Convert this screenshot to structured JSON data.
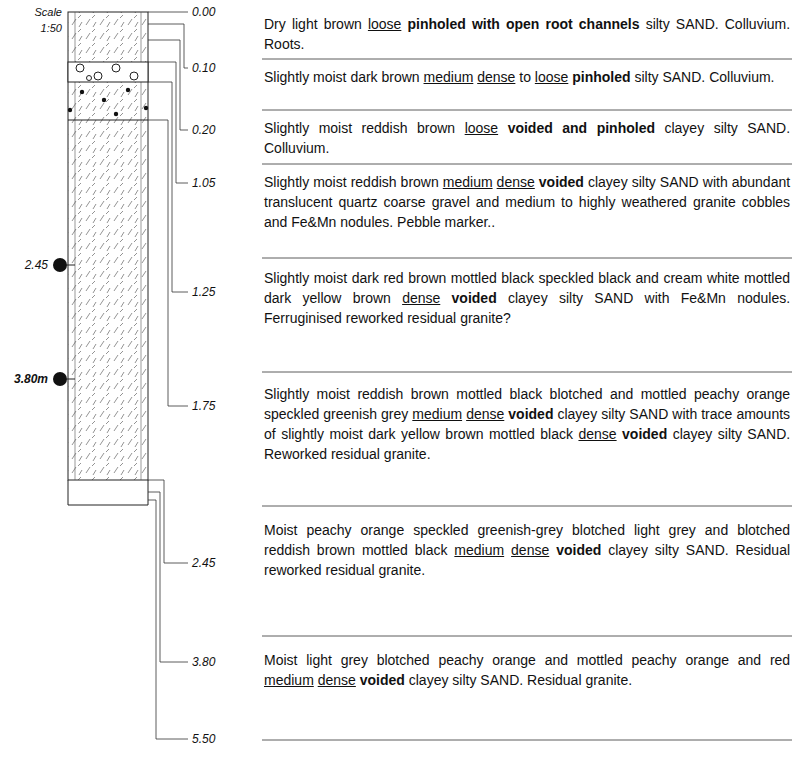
{
  "diagram": {
    "nodes": [
      {
        "text": [
          "Dry light brown loose pinholed with open root channels silty SAND. Colluvium. Roots."
        ]
      },
      {
        "text": [
          "Slightly moist dark brown medium dense to loose pinholed silty SAND. Colluvium."
        ]
      },
      {
        "text": [
          "Slightly moist reddish brown loose voided and pinholed clayey silty SAND. Colluvium."
        ]
      },
      {
        "text": [
          "Slightly moist reddish brown medium dense voided clayey silty SAND with abundant translucent quartz coarse gravel and medium to highly weathered granite cobbles and Fe&Mn nodules. Pebble marker.."
        ]
      },
      {
        "text": [
          "Slightly moist dark red brown mottled black speckled black and cream white mottled dark yellow brown dense voided clayey silty SAND with Fe&Mn nodules. Ferruginised reworked residual granite?"
        ]
      },
      {
        "text": [
          "Slightly moist reddish brown mottled black blotched and mottled peachy orange speckled greenish grey medium dense voided clayey silty SAND with trace amounts of slightly moist dark yellow brown mottled black dense voided clayey silty SAND. Reworked residual granite."
        ]
      },
      {
        "text": [
          "Moist peachy orange speckled greenish-grey blotched light grey and blotched reddish brown mottled black medium dense voided clayey silty SAND. Residual reworked residual granite."
        ]
      },
      {
        "text": [
          "Moist light grey blotched peachy orange and mottled peachy orange and red medium dense voided clayey silty SAND. Residual granite."
        ]
      }
    ],
    "labels": [
      "Scale",
      "1:50",
      "2.45",
      "3.80m",
      "0.00",
      "0.10",
      "0.20",
      "1.05",
      "1.25",
      "1.75",
      "2.45",
      "3.80",
      "5.50"
    ]
  }
}
